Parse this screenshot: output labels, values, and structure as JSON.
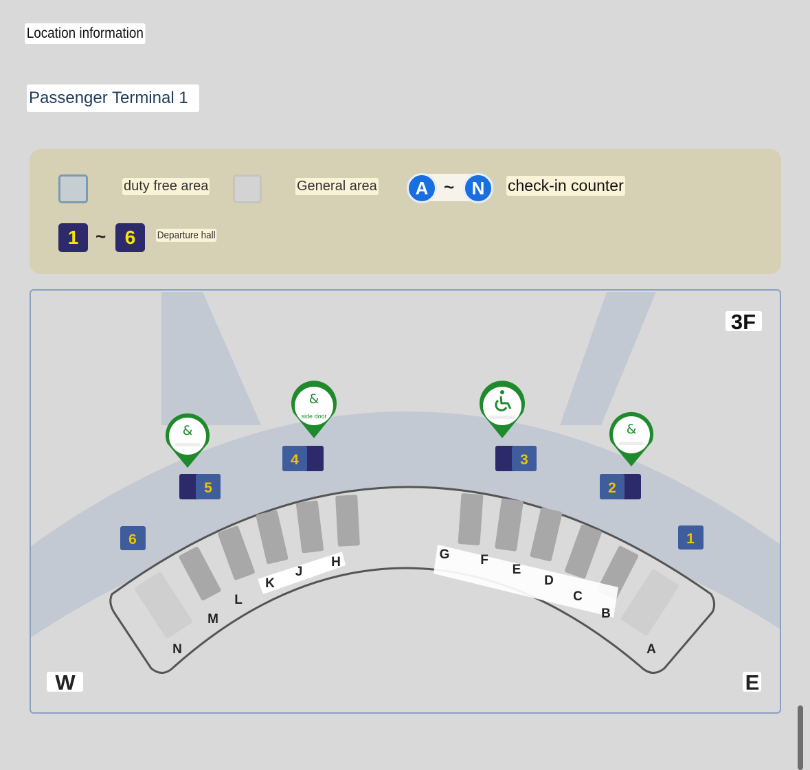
{
  "header": {
    "location_title": "Location information",
    "terminal_tab": "Passenger Terminal 1"
  },
  "legend": {
    "duty_free_label": "duty free area",
    "general_label": "General area",
    "checkin_start": "A",
    "checkin_end": "N",
    "checkin_separator": "~",
    "checkin_label": "check-in counter",
    "hall_start": "1",
    "hall_end": "6",
    "hall_separator": "~",
    "hall_label": "Departure hall"
  },
  "map": {
    "floor": "3F",
    "west": "W",
    "east": "E",
    "counters": [
      "A",
      "B",
      "C",
      "D",
      "E",
      "F",
      "G",
      "H",
      "J",
      "K",
      "L",
      "M",
      "N"
    ],
    "halls": [
      "1",
      "2",
      "3",
      "4",
      "5",
      "6"
    ],
    "entrances": [
      {
        "hall": "5",
        "icon": "ampersand-icon",
        "text": ""
      },
      {
        "hall": "4",
        "icon": "ampersand-icon",
        "text": "side door"
      },
      {
        "hall": "3",
        "icon": "wheelchair-icon",
        "text": ""
      },
      {
        "hall": "2",
        "icon": "ampersand-icon",
        "text": ""
      }
    ]
  },
  "colors": {
    "background": "#d9d9d9",
    "legend_bg": "#d6d0b4",
    "road": "#c3c9d2",
    "hall_badge": "#2c2a6a",
    "hall_number": "#f7e600",
    "checkin_circle": "#1a6fe0",
    "marker_green": "#1f8a2c"
  }
}
